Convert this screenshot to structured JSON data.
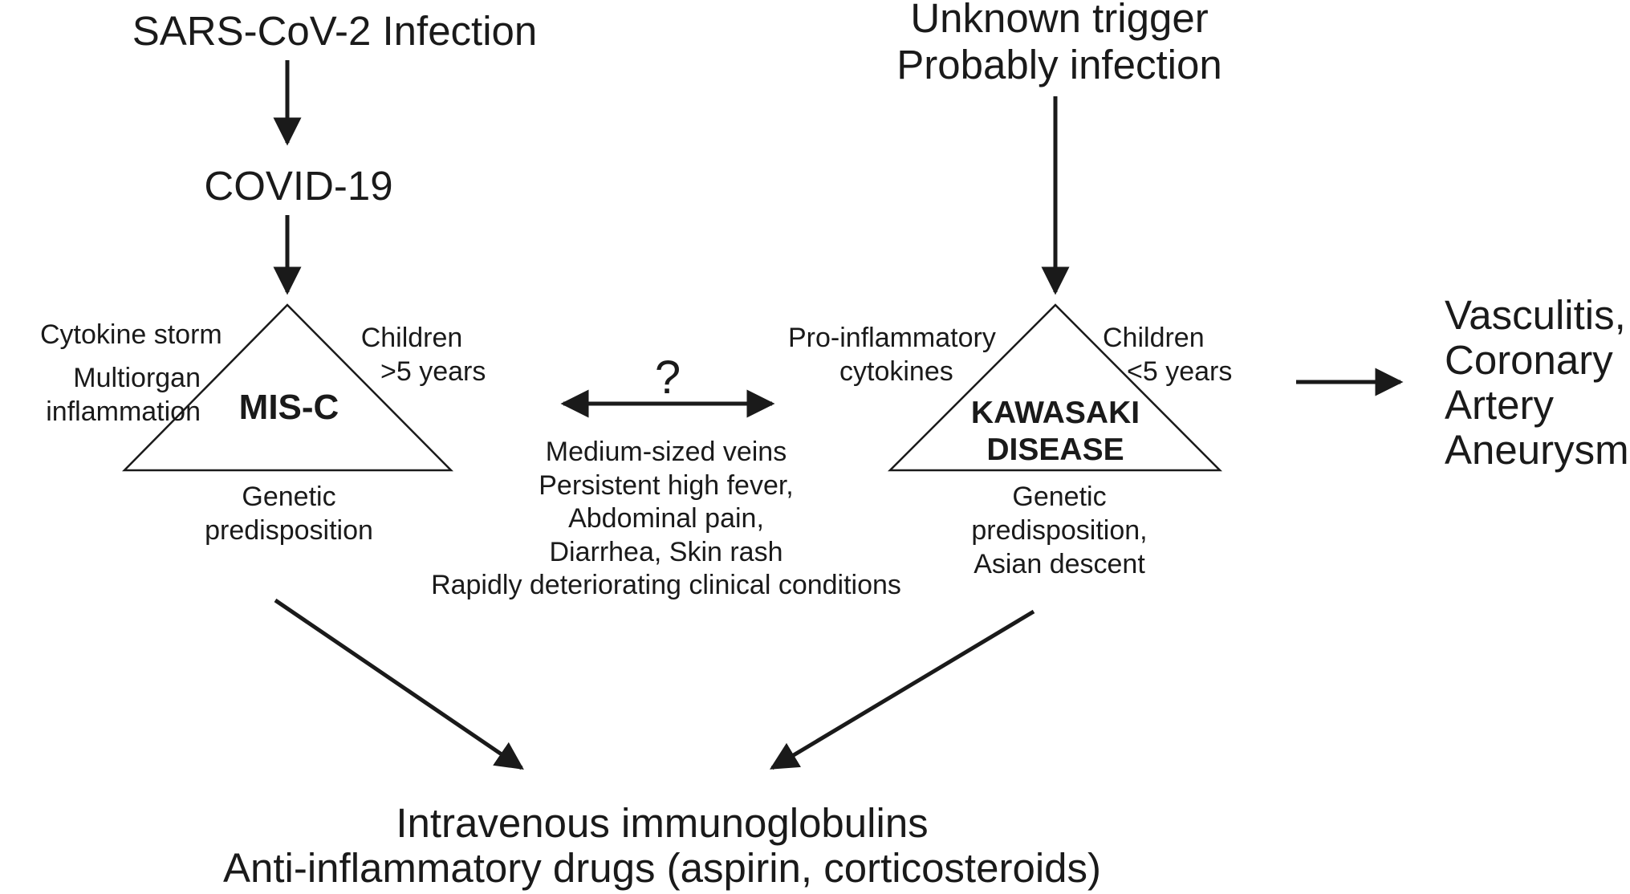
{
  "left_path": {
    "trigger": "SARS-CoV-2 Infection",
    "disease": "COVID-19",
    "triangle_title": "MIS-C",
    "label_top_left": "Cytokine storm",
    "label_left": [
      "Multiorgan",
      "inflammation"
    ],
    "label_top_right": [
      "Children",
      ">5 years"
    ],
    "label_below": [
      "Genetic",
      "predisposition"
    ]
  },
  "right_path": {
    "trigger": [
      "Unknown trigger",
      "Probably infection"
    ],
    "triangle_title": [
      "KAWASAKI",
      "DISEASE"
    ],
    "label_top_left": [
      "Pro-inflammatory",
      "cytokines"
    ],
    "label_top_right": [
      "Children",
      "<5 years"
    ],
    "label_below": [
      "Genetic",
      "predisposition,",
      "Asian descent"
    ]
  },
  "middle": {
    "question": "?",
    "shared_features": [
      "Medium-sized veins",
      "Persistent high fever,",
      "Abdominal pain,",
      "Diarrhea, Skin rash",
      "Rapidly deteriorating clinical conditions"
    ]
  },
  "outcome": [
    "Vasculitis,",
    "Coronary",
    "Artery",
    "Aneurysm"
  ],
  "treatment": [
    "Intravenous immunoglobulins",
    "Anti-inflammatory drugs (aspirin, corticosteroids)"
  ]
}
